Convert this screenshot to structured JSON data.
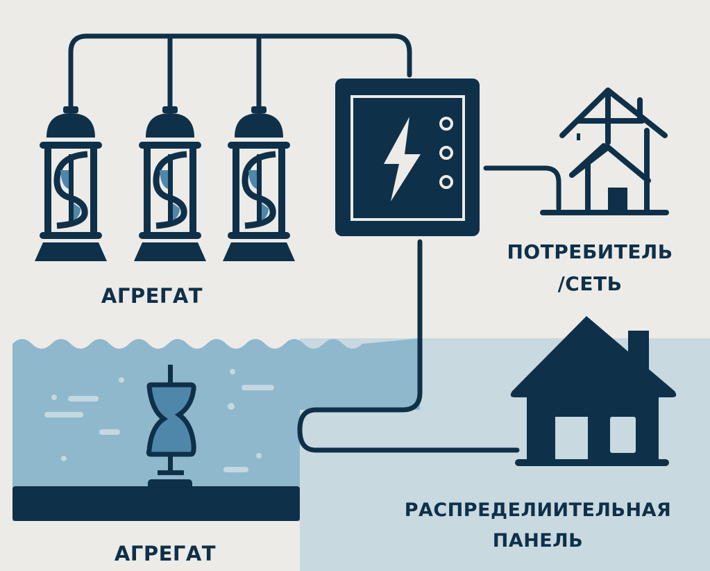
{
  "labels": {
    "top_generator": "АГРЕГАТ",
    "consumer_line1": "ПОТРЕБИТЕЛЬ",
    "consumer_line2": "/СЕТЬ",
    "water_generator": "АГРЕГАТ",
    "panel_line1": "РАСПРЕДЕЛИИТЕЛЬНАЯ",
    "panel_line2": "ПАНЕЛЬ"
  },
  "colors": {
    "background": "#ecebe7",
    "navy": "#0f3049",
    "water": "#8fb8cc",
    "panel_area": "#c9d9e0",
    "accent": "#4f87aa"
  },
  "icons": [
    "turbine-lamp-icon",
    "control-box-icon",
    "lightning-icon",
    "power-tower-house-icon",
    "underwater-turbine-icon",
    "house-icon"
  ]
}
